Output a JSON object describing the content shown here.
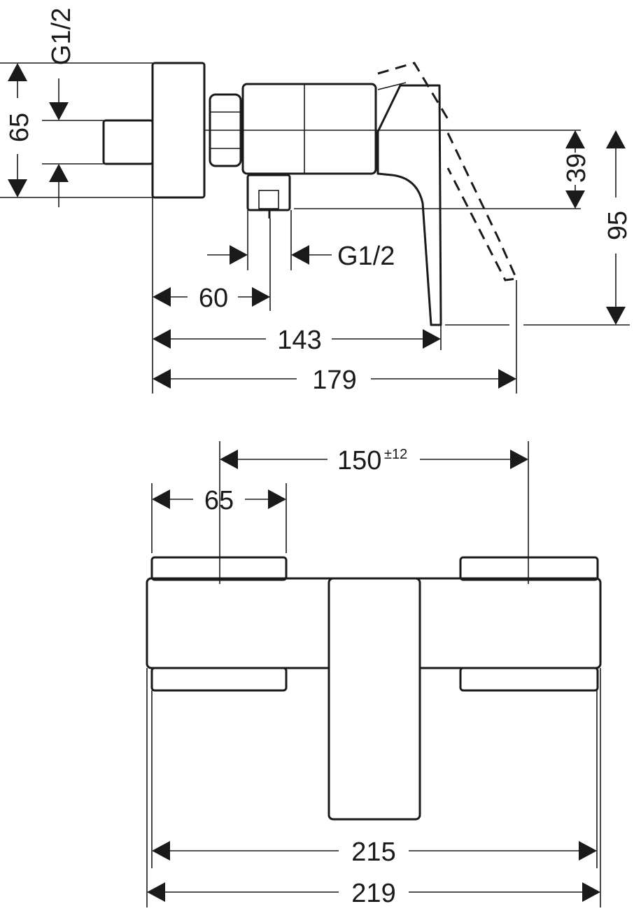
{
  "side_view": {
    "thread_top": "G1/2",
    "height_65": "65",
    "height_39": "39",
    "height_95": "95",
    "thread_bottom": "G1/2",
    "len_60": "60",
    "len_143": "143",
    "len_179": "179"
  },
  "front_view": {
    "center_distance": "150",
    "center_tolerance": "±12",
    "width_65": "65",
    "width_215": "215",
    "width_219": "219"
  },
  "colors": {
    "line": "#1a1a1a",
    "background": "#ffffff"
  }
}
